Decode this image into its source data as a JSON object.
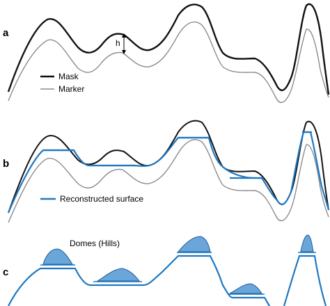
{
  "panels": {
    "a": {
      "letter": "a"
    },
    "b": {
      "letter": "b"
    },
    "c": {
      "letter": "c"
    }
  },
  "legend": {
    "mask": "Mask",
    "marker": "Marker",
    "reconstructed": "Reconstructed surface"
  },
  "annotations": {
    "h_label": "h",
    "domes_label": "Domes (Hills)"
  },
  "colors": {
    "mask": "#111111",
    "marker": "#8c8c8c",
    "reconstructed": "#1f78c1",
    "dome_fill": "#6aa6d9"
  }
}
